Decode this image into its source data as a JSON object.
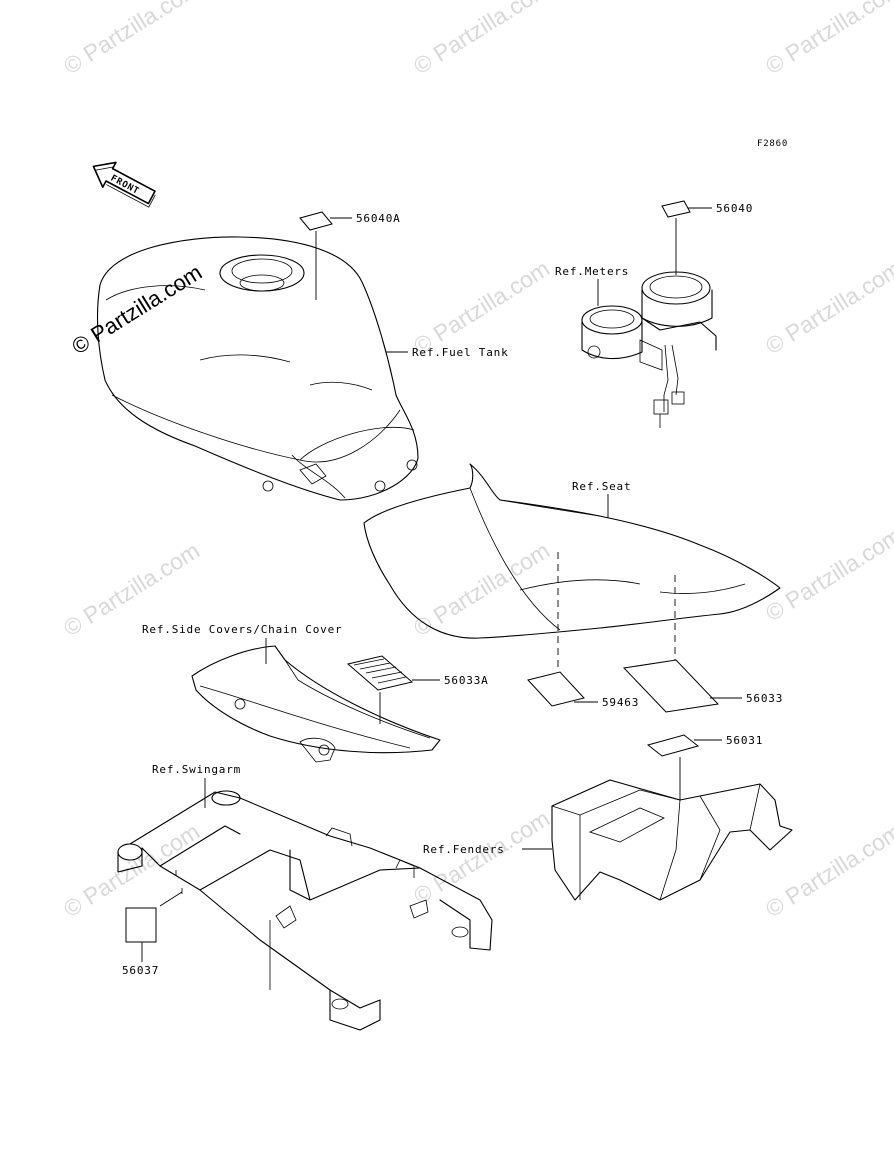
{
  "figure_code": "F2860",
  "front_arrow": "FRONT",
  "watermark_text": "© Partzilla.com",
  "watermark_color": "#d8d8d8",
  "callouts": {
    "p56040A": "56040A",
    "fuel_tank": "Ref.Fuel Tank",
    "p56040": "56040",
    "meters": "Ref.Meters",
    "seat": "Ref.Seat",
    "side_covers": "Ref.Side Covers/Chain Cover",
    "p56033A": "56033A",
    "p59463": "59463",
    "p56033": "56033",
    "p56031": "56031",
    "swingarm": "Ref.Swingarm",
    "fenders": "Ref.Fenders",
    "p56037": "56037"
  }
}
